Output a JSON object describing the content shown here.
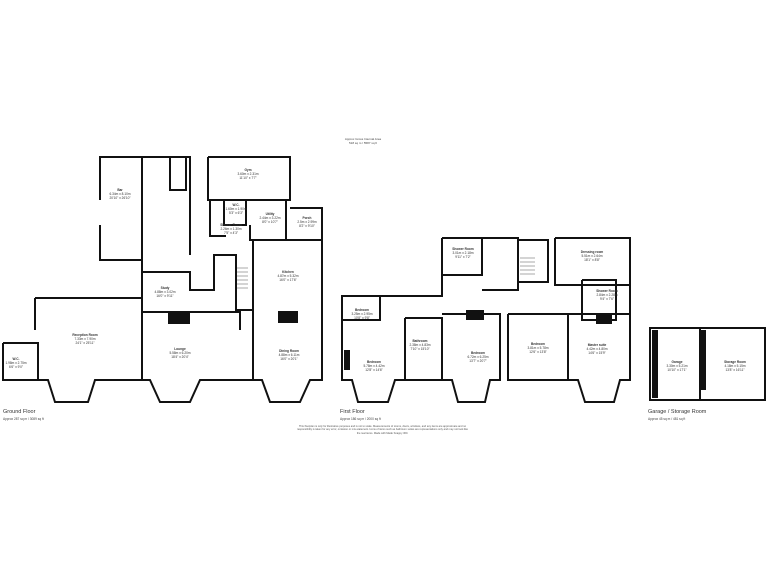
{
  "total_area": {
    "label": "Approx Gross Internal Area",
    "value": "518 sq m / 5587 sq ft"
  },
  "floors": [
    {
      "name": "Ground Floor",
      "area": "Approx 287 sq m / 3089 sq ft",
      "rooms": [
        {
          "name": "Bar",
          "metric": "6.34m x 8.10m",
          "imperial": "20'10\" x 26'10\""
        },
        {
          "name": "Gym",
          "metric": "3.60m x 2.31m",
          "imperial": "11'10\" x 7'7\""
        },
        {
          "name": "W.C.",
          "metric": "1.60m x 1.90m",
          "imperial": "5'3\" x 6'3\""
        },
        {
          "name": "Shower Room",
          "metric": "2.26m x 1.30m",
          "imperial": "7'5\" x 4'3\""
        },
        {
          "name": "Utility",
          "metric": "2.44m x 3.22m",
          "imperial": "8'0\" x 10'7\""
        },
        {
          "name": "Porch",
          "metric": "2.5m x 2.99m",
          "imperial": "8'2\" x 9'10\""
        },
        {
          "name": "Kitchen",
          "metric": "4.87m x 5.32m",
          "imperial": "16'0\" x 17'6\""
        },
        {
          "name": "Study",
          "metric": "4.88m x 3.02m",
          "imperial": "16'0\" x 9'11\""
        },
        {
          "name": "Lounge",
          "metric": "5.58m x 6.20m",
          "imperial": "18'4\" x 20'4\""
        },
        {
          "name": "Dining Room",
          "metric": "4.88m x 6.11m",
          "imperial": "16'0\" x 20'1\""
        },
        {
          "name": "Reception Room",
          "metric": "7.33m x 7.90m",
          "imperial": "24'1\" x 25'11\""
        },
        {
          "name": "W.C.",
          "metric": "1.98m x 2.75m",
          "imperial": "6'6\" x 9'0\""
        }
      ]
    },
    {
      "name": "First Floor",
      "area": "Approx 186 sq m / 2000 sq ft",
      "rooms": [
        {
          "name": "Shower Room",
          "metric": "3.01m x 2.18m",
          "imperial": "9'11\" x 7'2\""
        },
        {
          "name": "Dressing room",
          "metric": "5.51m x 2.64m",
          "imperial": "18'1\" x 8'8\""
        },
        {
          "name": "Shower Room",
          "metric": "2.84m x 2.28m",
          "imperial": "9'4\" x 7'6\""
        },
        {
          "name": "Bedroom",
          "metric": "3.25m x 2.95m",
          "imperial": "10'8\" x 9'8\""
        },
        {
          "name": "Bathroom",
          "metric": "2.38m x 4.83m",
          "imperial": "7'10\" x 15'10\""
        },
        {
          "name": "Bedroom",
          "metric": "5.78m x 4.42m",
          "imperial": "12'8\" x 14'6\""
        },
        {
          "name": "Bedroom",
          "metric": "6.72m x 6.25m",
          "imperial": "13'7\" x 20'7\""
        },
        {
          "name": "Bedroom",
          "metric": "3.81m x 5.78m",
          "imperial": "12'6\" x 13'8\""
        },
        {
          "name": "Master suite",
          "metric": "4.42m x 4.80m",
          "imperial": "14'6\" x 15'9\""
        }
      ]
    },
    {
      "name": "Garage / Storage Room",
      "area": "Approx 45 sq m / 481 sq ft",
      "rooms": [
        {
          "name": "Garage",
          "metric": "3.30m x 5.21m",
          "imperial": "10'10\" x 17'1\""
        },
        {
          "name": "Storage Room",
          "metric": "4.18m x 5.15m",
          "imperial": "13'8\" x 16'11\""
        }
      ]
    }
  ],
  "disclaimer": "This floorplan is only for illustrative purposes and is not to scale. Measurements of rooms, doors, windows, and any items are approximate and no responsibility is taken for any error, omission or mis-statement. Icons of items such as bathroom suites are representations only and may not look like the real items. Made with Made Snappy 360."
}
